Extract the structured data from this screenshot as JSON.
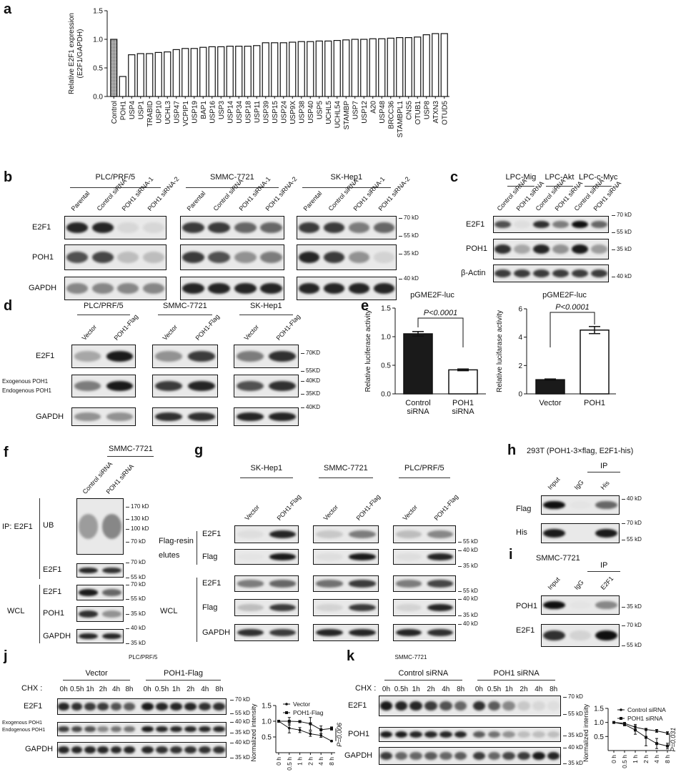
{
  "colors": {
    "ink": "#111111",
    "membrane": "#e9e9e9",
    "control_bar": "#8a8a8a",
    "black_bar": "#1a1a1a",
    "white_bar": "#ffffff"
  },
  "letters": {
    "a": "a",
    "b": "b",
    "c": "c",
    "d": "d",
    "e": "e",
    "f": "f",
    "g": "g",
    "h": "h",
    "i": "i",
    "j": "j",
    "k": "k"
  },
  "blots": {
    "b": {
      "groups": [
        {
          "title": "PLC/PRF/5",
          "lanes": [
            "Parental",
            "Control siRNA",
            "POH1 siRNA-1",
            "POH1 siRNA-2"
          ],
          "bands": [
            [
              0.9,
              0.9,
              0.08,
              0.08
            ],
            [
              0.7,
              0.75,
              0.2,
              0.2
            ],
            [
              0.45,
              0.45,
              0.45,
              0.45
            ]
          ]
        },
        {
          "title": "SMMC-7721",
          "lanes": [
            "Parental",
            "Control siRNA",
            "POH1 siRNA-1",
            "POH1 siRNA-2"
          ],
          "bands": [
            [
              0.8,
              0.8,
              0.6,
              0.6
            ],
            [
              0.8,
              0.7,
              0.4,
              0.5
            ],
            [
              0.9,
              0.9,
              0.9,
              0.9
            ]
          ]
        },
        {
          "title": "SK-Hep1",
          "lanes": [
            "Parental",
            "Control siRNA",
            "POH1 siRNA-1",
            "POH1 siRNA-2"
          ],
          "bands": [
            [
              0.8,
              0.8,
              0.5,
              0.6
            ],
            [
              0.9,
              0.8,
              0.4,
              0.1
            ],
            [
              0.9,
              0.9,
              0.9,
              0.9
            ]
          ]
        }
      ],
      "row_labels": [
        "E2F1",
        "POH1",
        "GAPDH"
      ],
      "markers": [
        "70 kD",
        "55 kD",
        "35 kD",
        "40 kD"
      ]
    },
    "c": {
      "groups": [
        {
          "title": "LPC-Mig",
          "lanes": [
            "Control siRNA",
            "POH1 siRNA"
          ],
          "bands": [
            [
              0.7,
              0.05
            ],
            [
              0.85,
              0.3
            ],
            [
              0.8,
              0.8
            ]
          ]
        },
        {
          "title": "LPC-Akt",
          "lanes": [
            "Control siRNA",
            "POH1 siRNA"
          ],
          "bands": [
            [
              0.85,
              0.5
            ],
            [
              0.9,
              0.4
            ],
            [
              0.8,
              0.8
            ]
          ]
        },
        {
          "title": "LPC-c-Myc",
          "lanes": [
            "Control siRNA",
            "POH1 siRNA"
          ],
          "bands": [
            [
              1.0,
              0.6
            ],
            [
              0.95,
              0.35
            ],
            [
              0.8,
              0.8
            ]
          ]
        }
      ],
      "row_labels": [
        "E2F1",
        "POH1",
        "β-Actin"
      ],
      "markers": [
        "70 kD",
        "55 kD",
        "35 kD",
        "40 kD"
      ]
    },
    "d": {
      "groups": [
        {
          "title": "PLC/PRF/5",
          "lanes": [
            "Vector",
            "POH1-Flag"
          ],
          "bands": [
            [
              0.3,
              0.95
            ],
            [
              0.5,
              0.95
            ],
            [
              0.4,
              0.4
            ]
          ]
        },
        {
          "title": "SMMC-7721",
          "lanes": [
            "Vector",
            "POH1-Flag"
          ],
          "bands": [
            [
              0.4,
              0.8
            ],
            [
              0.8,
              0.9
            ],
            [
              0.85,
              0.85
            ]
          ]
        },
        {
          "title": "SK-Hep1",
          "lanes": [
            "Vector",
            "POH1-Flag"
          ],
          "bands": [
            [
              0.5,
              0.85
            ],
            [
              0.7,
              0.85
            ],
            [
              0.9,
              0.9
            ]
          ]
        }
      ],
      "row_labels": [
        "E2F1",
        "Exogenous POH1",
        "Endogenous POH1",
        "GAPDH"
      ],
      "markers": [
        "70KD",
        "55KD",
        "40KD",
        "35KD",
        "40KD"
      ]
    },
    "f": {
      "groups": [
        {
          "title": "SMMC-7721",
          "lanes": [
            "Control siRNA",
            "POH1 siRNA"
          ],
          "bands": [
            [
              0.35,
              0.45
            ],
            [
              0.9,
              0.85
            ],
            [
              0.95,
              0.6
            ],
            [
              0.85,
              0.4
            ],
            [
              0.9,
              0.9
            ]
          ]
        }
      ],
      "side_groups": [
        "IP: E2F1",
        "WCL"
      ],
      "row_labels": [
        "UB",
        "E2F1",
        "E2F1",
        "POH1",
        "GAPDH"
      ],
      "markers": [
        "170 kD",
        "130 kD",
        "100 kD",
        "70 kD",
        "70 kD",
        "55 kD",
        "70 kD",
        "55 kD",
        "35 kD",
        "40 kD",
        "35 kD"
      ]
    },
    "g": {
      "groups": [
        {
          "title": "SK-Hep1",
          "lanes": [
            "Vector",
            "POH1-Flag"
          ],
          "bands": [
            [
              0.05,
              0.9
            ],
            [
              0.02,
              0.95
            ],
            [
              0.5,
              0.6
            ],
            [
              0.2,
              0.8
            ],
            [
              0.85,
              0.8
            ]
          ]
        },
        {
          "title": "SMMC-7721",
          "lanes": [
            "Vector",
            "POH1-Flag"
          ],
          "bands": [
            [
              0.15,
              0.5
            ],
            [
              0.05,
              0.95
            ],
            [
              0.55,
              0.8
            ],
            [
              0.1,
              0.8
            ],
            [
              0.9,
              0.9
            ]
          ]
        },
        {
          "title": "PLC/PRF/5",
          "lanes": [
            "Vector",
            "POH1-Flag"
          ],
          "bands": [
            [
              0.2,
              0.45
            ],
            [
              0.05,
              0.9
            ],
            [
              0.5,
              0.75
            ],
            [
              0.1,
              0.9
            ],
            [
              0.9,
              0.85
            ]
          ]
        }
      ],
      "side_groups": [
        "Flag-resin",
        "elutes",
        "WCL"
      ],
      "row_labels": [
        "E2F1",
        "Flag",
        "E2F1",
        "Flag",
        "GAPDH"
      ],
      "markers": [
        "55 kD",
        "40 kD",
        "35 kD",
        "55 kD",
        "40 kD",
        "35 kD",
        "40 kD"
      ]
    },
    "h": {
      "title": "293T (POH1-3×flag, E2F1-his)",
      "ip_label": "IP",
      "groups": [
        {
          "title": "",
          "lanes": [
            "Input",
            "IgG",
            "His"
          ],
          "bands": [
            [
              1.0,
              0.02,
              0.6
            ],
            [
              0.95,
              0.0,
              0.95
            ]
          ]
        }
      ],
      "row_labels": [
        "Flag",
        "His"
      ],
      "markers": [
        "40 kD",
        "70 kD",
        "55 kD"
      ]
    },
    "i": {
      "title": "SMMC-7721",
      "ip_label": "IP",
      "groups": [
        {
          "title": "",
          "lanes": [
            "Input",
            "IgG",
            "E2F1"
          ],
          "bands": [
            [
              1.0,
              0.02,
              0.45
            ],
            [
              0.85,
              0.1,
              1.0
            ]
          ]
        }
      ],
      "row_labels": [
        "POH1",
        "E2F1"
      ],
      "markers": [
        "35 kD",
        "70 kD",
        "55 kD"
      ]
    },
    "j": {
      "title": "PLC/PRF/5",
      "chx_label": "CHX :",
      "groups": [
        {
          "title": "Vector",
          "lanes": [
            "0h",
            "0.5h",
            "1h",
            "2h",
            "4h",
            "8h"
          ],
          "bands": [
            [
              0.9,
              0.85,
              0.8,
              0.8,
              0.7,
              0.65
            ],
            [
              0.8,
              0.75,
              0.7,
              0.45,
              0.55,
              0.55
            ],
            [
              0.9,
              0.9,
              0.9,
              0.9,
              0.9,
              0.9
            ]
          ]
        },
        {
          "title": "POH1-Flag",
          "lanes": [
            "0h",
            "0.5h",
            "1h",
            "2h",
            "4h",
            "8h"
          ],
          "bands": [
            [
              0.95,
              0.9,
              0.9,
              0.9,
              0.85,
              0.85
            ],
            [
              0.95,
              0.9,
              0.9,
              0.9,
              0.9,
              0.9
            ],
            [
              0.9,
              0.85,
              0.85,
              0.85,
              0.85,
              0.85
            ]
          ]
        }
      ],
      "row_labels": [
        "E2F1",
        "Exogenous POH1",
        "Endogenous POH1",
        "GAPDH"
      ],
      "markers": [
        "70 kD",
        "55 kD",
        "40 kD",
        "35 kD",
        "40 kD",
        "35 kD"
      ]
    },
    "k": {
      "title": "SMMC-7721",
      "chx_label": "CHX :",
      "groups": [
        {
          "title": "Control siRNA",
          "lanes": [
            "0h",
            "0.5h",
            "1h",
            "2h",
            "4h",
            "8h"
          ],
          "bands": [
            [
              0.95,
              0.9,
              0.9,
              0.8,
              0.7,
              0.6
            ],
            [
              0.95,
              0.95,
              0.9,
              0.9,
              0.9,
              0.9
            ],
            [
              0.8,
              0.6,
              0.6,
              0.65,
              0.6,
              0.65
            ]
          ]
        },
        {
          "title": "POH1 siRNA",
          "lanes": [
            "0h",
            "0.5h",
            "1h",
            "2h",
            "4h",
            "8h"
          ],
          "bands": [
            [
              0.85,
              0.65,
              0.45,
              0.15,
              0.08,
              0.05
            ],
            [
              0.65,
              0.55,
              0.4,
              0.2,
              0.2,
              0.2
            ],
            [
              0.8,
              0.6,
              0.75,
              0.8,
              0.95,
              0.9
            ]
          ]
        }
      ],
      "row_labels": [
        "E2F1",
        "POH1",
        "GAPDH"
      ],
      "markers": [
        "70 kD",
        "55 kD",
        "35 kD",
        "40 kD",
        "35 kD"
      ]
    }
  },
  "chart_data": [
    {
      "id": "a",
      "type": "bar",
      "ylabel": [
        "Relative E2F1 expression",
        "(E2F1/GAPDH)"
      ],
      "ylim": [
        0,
        1.5
      ],
      "yticks": [
        "0.0",
        "0.5",
        "1.0",
        "1.5"
      ],
      "categories": [
        "Control",
        "POH1",
        "USP4",
        "USP1",
        "TRABID",
        "USP10",
        "UCHL3",
        "USP47",
        "VCPIP1",
        "USP19",
        "BAP1",
        "USP16",
        "USP3",
        "USP14",
        "USP34",
        "USP18",
        "USP11",
        "USP39",
        "USP15",
        "USP24",
        "USP9X",
        "USP38",
        "USP40",
        "USP5",
        "UCHL5",
        "UCHL54",
        "STAMBP",
        "USP7",
        "USP12",
        "A20",
        "USP48",
        "BRCC36",
        "STAMBPL1",
        "CNS5",
        "OTUB1",
        "USP8",
        "ATXN3",
        "OTUD5"
      ],
      "values": [
        1.0,
        0.35,
        0.73,
        0.75,
        0.75,
        0.77,
        0.78,
        0.82,
        0.84,
        0.84,
        0.86,
        0.87,
        0.87,
        0.88,
        0.88,
        0.88,
        0.89,
        0.94,
        0.94,
        0.94,
        0.95,
        0.96,
        0.96,
        0.97,
        0.97,
        0.98,
        0.99,
        1.0,
        1.0,
        1.01,
        1.01,
        1.02,
        1.03,
        1.03,
        1.04,
        1.08,
        1.1,
        1.1
      ]
    },
    {
      "id": "e1",
      "type": "bar",
      "title": "pGME2F-luc",
      "ylabel": "Relative luciferase activity",
      "ylim": [
        0,
        1.5
      ],
      "yticks": [
        "0.0",
        "0.5",
        "1.0",
        "1.5"
      ],
      "categories": [
        [
          "Control",
          "siRNA"
        ],
        [
          "POH1",
          "siRNA"
        ]
      ],
      "values": [
        1.05,
        0.42
      ],
      "errors": [
        0.04,
        0.015
      ],
      "fills": [
        "black",
        "white"
      ],
      "annotation": "P<0.0001"
    },
    {
      "id": "e2",
      "type": "bar",
      "title": "pGME2F-luc",
      "ylabel": "Relative lucifarase activity",
      "ylim": [
        0,
        6
      ],
      "yticks": [
        "0",
        "2",
        "4",
        "6"
      ],
      "categories": [
        [
          "Vector"
        ],
        [
          "POH1"
        ]
      ],
      "values": [
        1.0,
        4.5
      ],
      "errors": [
        0.05,
        0.25
      ],
      "fills": [
        "black",
        "white"
      ],
      "annotation": "P<0.0001"
    },
    {
      "id": "j",
      "type": "line",
      "ylabel": "Normalized intensity",
      "ylim": [
        0,
        1.5
      ],
      "yticks": [
        "0.5",
        "1.0",
        "1.5"
      ],
      "x": [
        "0 h",
        "0.5 h",
        "1 h",
        "2 h",
        "4 h",
        "8 h"
      ],
      "series": [
        {
          "name": "Vector",
          "values": [
            1.0,
            0.78,
            0.72,
            0.6,
            0.55,
            0.37
          ],
          "errors": [
            0,
            0.15,
            0.08,
            0.08,
            0.06,
            0.02
          ]
        },
        {
          "name": "POH1-Flag",
          "values": [
            1.0,
            1.0,
            0.99,
            0.92,
            0.73,
            0.77
          ],
          "errors": [
            0,
            0.12,
            0.03,
            0.2,
            0.12,
            0.05
          ]
        }
      ],
      "annotation": "P=0.006",
      "legend": "top-left"
    },
    {
      "id": "k",
      "type": "line",
      "ylabel": "Normalized intensity",
      "ylim": [
        0,
        1.5
      ],
      "yticks": [
        "0.5",
        "1.0",
        "1.5"
      ],
      "x": [
        "0 h",
        "0.5 h",
        "1 h",
        "2 h",
        "4 h",
        "8 h"
      ],
      "series": [
        {
          "name": "Control siRNA",
          "values": [
            1.0,
            0.97,
            0.83,
            0.75,
            0.7,
            0.62
          ],
          "errors": [
            0,
            0.03,
            0.1,
            0.04,
            0.05,
            0.05
          ]
        },
        {
          "name": "POH1 siRNA",
          "values": [
            1.0,
            0.93,
            0.73,
            0.47,
            0.25,
            0.16
          ],
          "errors": [
            0,
            0.05,
            0.15,
            0.3,
            0.18,
            0.1
          ]
        }
      ],
      "annotation": "P=0.031",
      "legend": "top-left"
    }
  ]
}
